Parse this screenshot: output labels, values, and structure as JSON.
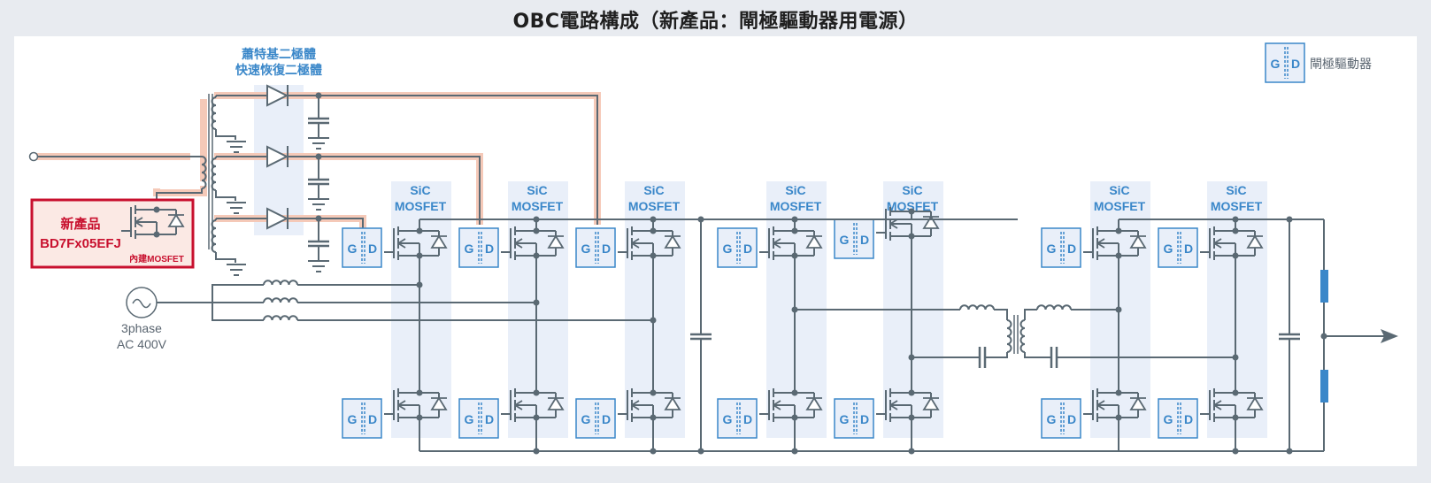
{
  "title": "OBC電路構成（新產品：閘極驅動器用電源）",
  "legend": {
    "icon": "gate-driver-icon",
    "gate_letter": "G",
    "driver_letter": "D",
    "label": "閘極驅動器"
  },
  "diode_label": {
    "line1": "蕭特基二極體",
    "line2": "快速恢復二極體"
  },
  "new_product": {
    "heading": "新產品",
    "part_number": "BD7Fx05EFJ",
    "note": "內建MOSFET"
  },
  "ac_source": {
    "icon": "ac-source-icon",
    "line1": "3phase",
    "line2": "AC 400V"
  },
  "mosfet_label": {
    "line1": "SiC",
    "line2": "MOSFET"
  },
  "gate_driver": {
    "gate_letter": "G",
    "driver_letter": "D"
  },
  "stages": [
    {
      "name": "pfc",
      "mosfet_columns": 3
    },
    {
      "name": "dc-dc-primary",
      "mosfet_columns": 2
    },
    {
      "name": "dc-dc-secondary",
      "mosfet_columns": 2
    }
  ],
  "colors": {
    "wire": "#5a6973",
    "highlight": "#f5c9b8",
    "accent_blue": "#3a87c9",
    "shade": "#e9eff9",
    "red": "#c8102e",
    "red_fill": "#fbe9e4"
  }
}
